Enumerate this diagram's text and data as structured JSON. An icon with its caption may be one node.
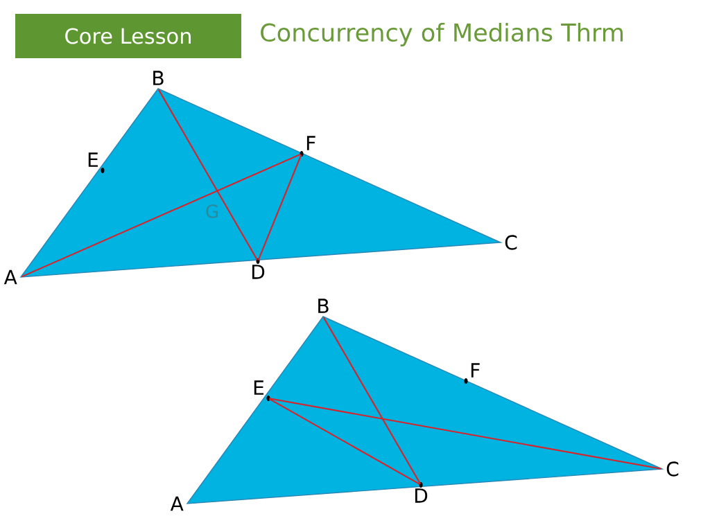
{
  "diagram": {
    "title": "Concurrency of Medians Thrm",
    "nodes": [
      {
        "text": [
          "Core Lesson"
        ]
      },
      {
        "text": [
          "B"
        ]
      },
      {
        "text": [
          "E"
        ]
      },
      {
        "text": [
          "F"
        ]
      },
      {
        "text": [
          "A"
        ]
      },
      {
        "text": [
          "C"
        ]
      },
      {
        "text": [
          "D"
        ]
      },
      {
        "text": [
          "B"
        ]
      },
      {
        "text": [
          "E"
        ]
      },
      {
        "text": [
          "F"
        ]
      },
      {
        "text": [
          "C"
        ]
      },
      {
        "text": [
          "A"
        ]
      },
      {
        "text": [
          "D"
        ]
      }
    ],
    "edges": [
      {
        "from": 4,
        "to": 3,
        "arrow": "none"
      },
      {
        "from": 1,
        "to": 6,
        "arrow": "none"
      },
      {
        "from": 6,
        "to": 3,
        "arrow": "none"
      },
      {
        "from": 8,
        "to": 10,
        "arrow": "none"
      },
      {
        "from": 7,
        "to": 12,
        "arrow": "none"
      },
      {
        "from": 8,
        "to": 12,
        "arrow": "none"
      }
    ],
    "labels": [
      "G"
    ]
  }
}
